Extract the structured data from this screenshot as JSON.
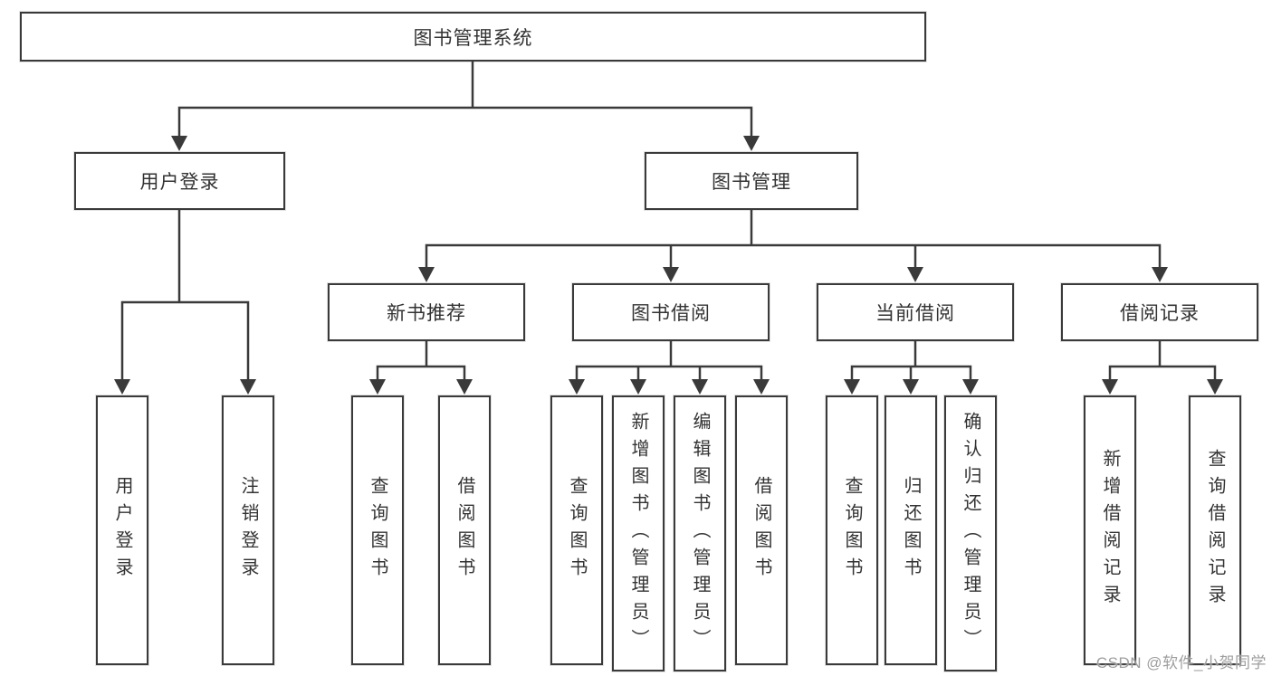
{
  "diagram": {
    "root": {
      "label": "图书管理系统"
    },
    "branches": [
      {
        "label": "用户登录",
        "children": [
          {
            "label": "用户登录"
          },
          {
            "label": "注销登录"
          }
        ]
      },
      {
        "label": "图书管理",
        "children": [
          {
            "label": "新书推荐",
            "children": [
              {
                "label": "查询图书"
              },
              {
                "label": "借阅图书"
              }
            ]
          },
          {
            "label": "图书借阅",
            "children": [
              {
                "label": "查询图书"
              },
              {
                "label": "新增图书（管理员）"
              },
              {
                "label": "编辑图书（管理员）"
              },
              {
                "label": "借阅图书"
              }
            ]
          },
          {
            "label": "当前借阅",
            "children": [
              {
                "label": "查询图书"
              },
              {
                "label": "归还图书"
              },
              {
                "label": "确认归还（管理员）"
              }
            ]
          },
          {
            "label": "借阅记录",
            "children": [
              {
                "label": "新增借阅记录"
              },
              {
                "label": "查询借阅记录"
              }
            ]
          }
        ]
      }
    ]
  },
  "watermark": {
    "text": "CSDN @软件_小贺同学"
  },
  "colors": {
    "line": "#3a3a3a",
    "text": "#333333",
    "background": "#ffffff",
    "watermark": "#9e9e9e"
  }
}
